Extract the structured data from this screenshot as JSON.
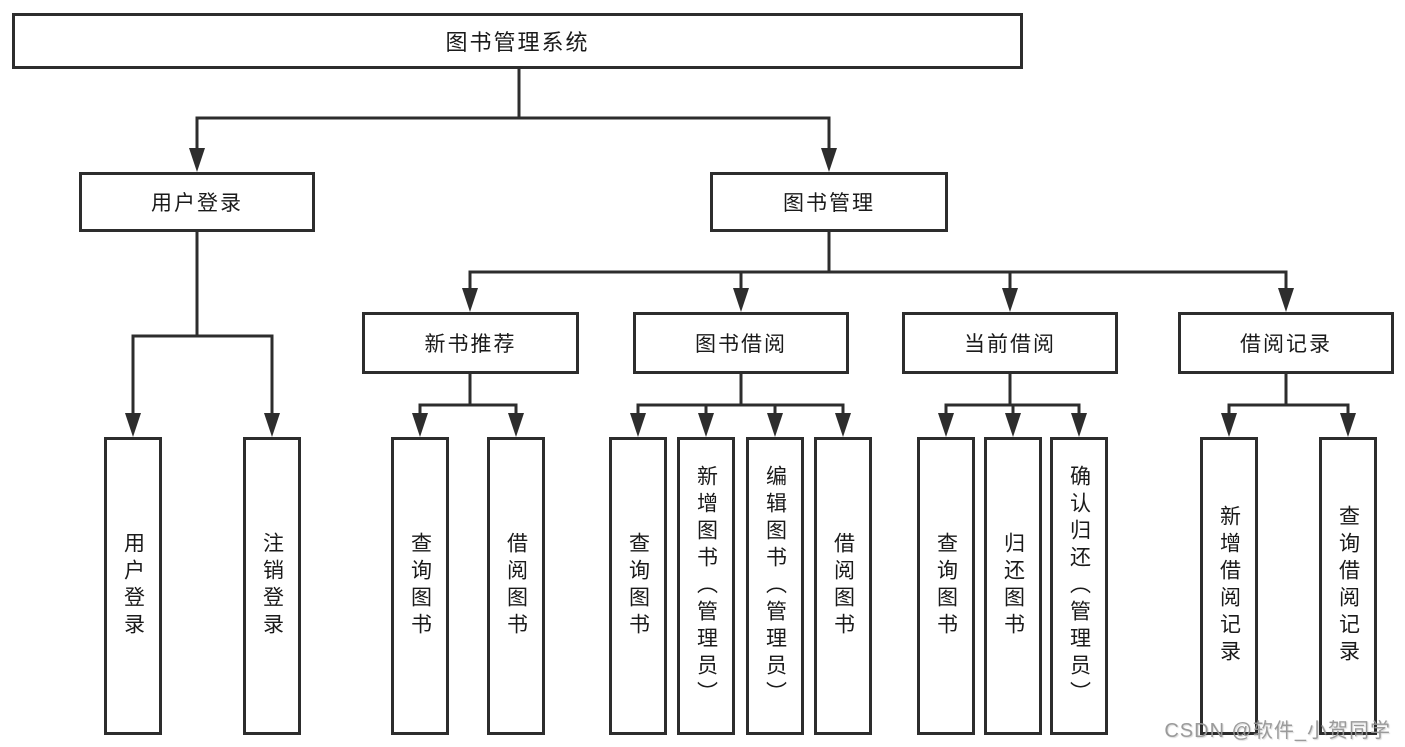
{
  "diagram": {
    "root": {
      "label": "图书管理系统",
      "children": [
        {
          "label": "用户登录",
          "children": [
            {
              "label": "用户登录"
            },
            {
              "label": "注销登录"
            }
          ]
        },
        {
          "label": "图书管理",
          "children": [
            {
              "label": "新书推荐",
              "children": [
                {
                  "label": "查询图书"
                },
                {
                  "label": "借阅图书"
                }
              ]
            },
            {
              "label": "图书借阅",
              "children": [
                {
                  "label": "查询图书"
                },
                {
                  "label": "新增图书（管理员）"
                },
                {
                  "label": "编辑图书（管理员）"
                },
                {
                  "label": "借阅图书"
                }
              ]
            },
            {
              "label": "当前借阅",
              "children": [
                {
                  "label": "查询图书"
                },
                {
                  "label": "归还图书"
                },
                {
                  "label": "确认归还（管理员）"
                }
              ]
            },
            {
              "label": "借阅记录",
              "children": [
                {
                  "label": "新增借阅记录"
                },
                {
                  "label": "查询借阅记录"
                }
              ]
            }
          ]
        }
      ]
    }
  },
  "watermark": {
    "text": "CSDN @软件_小贺同学"
  },
  "colors": {
    "line": "#2d2d2d",
    "box_border": "#2d2d2d",
    "text": "#1a1a1a",
    "watermark": "#969696",
    "background": "#ffffff"
  }
}
